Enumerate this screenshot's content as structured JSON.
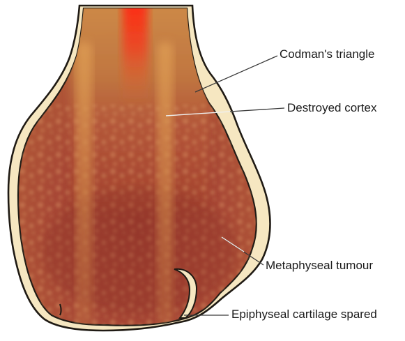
{
  "labels": {
    "codman_triangle": "Codman's triangle",
    "destroyed_cortex": "Destroyed cortex",
    "metaphyseal_tumour": "Metaphyseal tumour",
    "epiphyseal_cartilage": "Epiphyseal cartilage spared"
  },
  "colors": {
    "periosteum": "#f6e7c1",
    "outline": "#1f1a14",
    "bone_light": "#cd8a48",
    "bone_mid": "#b86a38",
    "tumour": "#a54433",
    "tumour_dark": "#8d3328",
    "marrow_hot": "#f2311b",
    "leader_line": "#3a3a3a"
  }
}
